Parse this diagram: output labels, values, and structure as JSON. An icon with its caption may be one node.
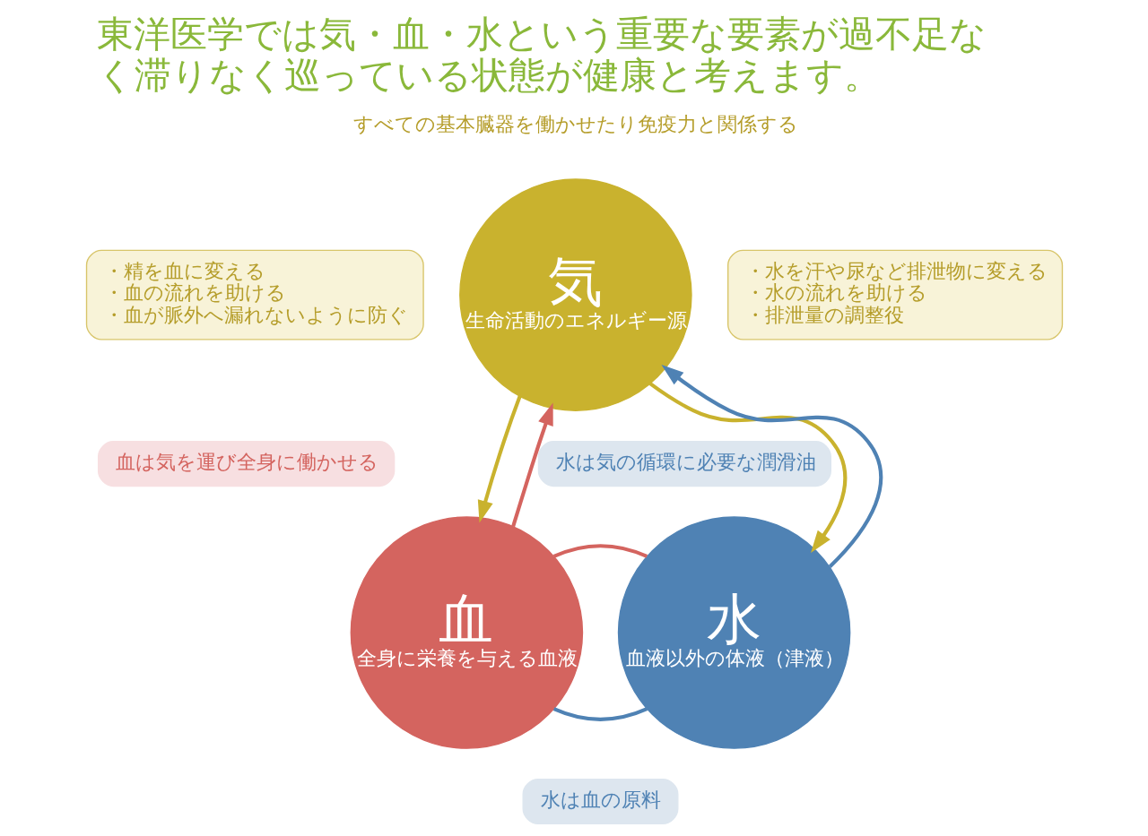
{
  "diagram": {
    "title": "東洋医学では気・血・水という重要な要素が過不足なく滞りなく巡っている状態が健康と考えます。",
    "nodes": [
      {
        "text": [
          "・精を血に変える",
          "・血の流れを助ける",
          "・血が脈外へ漏れないように防ぐ"
        ]
      },
      {
        "text": [
          "気",
          "生命活動のエネルギー源"
        ],
        "beside": [
          "すべての基本臓器を働かせたり免疫力と関係する"
        ]
      },
      {
        "text": [
          "・水を汗や尿など排泄物に変える",
          "・水の流れを助ける",
          "・排泄量の調整役"
        ]
      },
      {
        "text": [
          "血は気を運び全身に働かせる"
        ]
      },
      {
        "text": [
          "水は気の循環に必要な潤滑油"
        ]
      },
      {
        "text": [
          "血",
          "全身に栄養を与える血液"
        ]
      },
      {
        "text": [
          "水",
          "血液以外の体液（津液）"
        ]
      },
      {
        "text": [
          "水は血の原料"
        ]
      }
    ],
    "edges": [
      {
        "from": 1,
        "to": 5,
        "arrow": "to",
        "color": "#c9b22e"
      },
      {
        "from": 5,
        "to": 1,
        "arrow": "to",
        "color": "#d4645f"
      },
      {
        "from": 1,
        "to": 6,
        "arrow": "to",
        "color": "#c9b22e"
      },
      {
        "from": 6,
        "to": 1,
        "arrow": "to",
        "color": "#4f82b4"
      },
      {
        "from": 6,
        "to": 5,
        "arrow": "none",
        "color": "#4f82b4"
      },
      {
        "from": 5,
        "to": 6,
        "arrow": "none",
        "color": "#d4645f"
      }
    ]
  }
}
